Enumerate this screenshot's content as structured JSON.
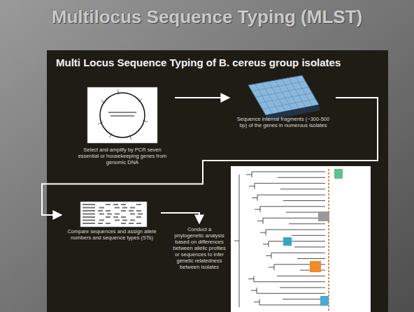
{
  "diagram": {
    "title": "Multilocus Sequence Typing (MLST)",
    "nodes": [
      {
        "text": [
          "Select and amplify by PCR seven essential or housekeeping genes from genomic DNA"
        ]
      },
      {
        "text": [
          "Sequence internal fragments (~300-500 bp) of the genes in numerous isolates"
        ]
      },
      {
        "text": [
          "Compare sequences and assign allele numbers and sequence types (STs)"
        ]
      },
      {
        "text": [
          "Conduct a phylogenetic analysis based on differences between allelic profiles or sequences to infer genetic relatedness between isolates"
        ]
      }
    ],
    "edges": [
      {
        "from": 0,
        "to": 1,
        "arrow": "to"
      },
      {
        "from": 1,
        "to": 2,
        "arrow": "to"
      },
      {
        "from": 2,
        "to": 3,
        "arrow": "to"
      }
    ],
    "labels": [
      "Multi Locus Sequence Typing of B. cereus group isolates"
    ]
  }
}
